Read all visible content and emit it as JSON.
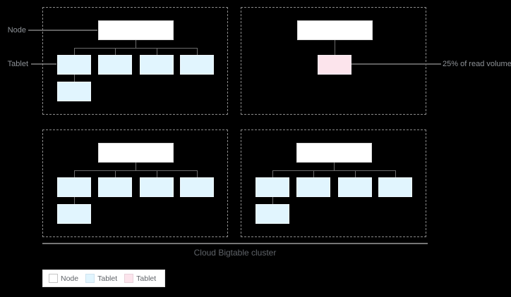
{
  "labels": {
    "node": "Node",
    "tablet": "Tablet",
    "read_volume": "25% of read volume"
  },
  "caption": "Cloud Bigtable cluster",
  "legend": {
    "items": [
      {
        "label": "Node",
        "color": "#ffffff",
        "border": "#c4c4c4"
      },
      {
        "label": "Tablet",
        "color": "#e1f5fe",
        "border": "#cfe3ef"
      },
      {
        "label": "Tablet",
        "color": "#fce4ec",
        "border": "#e8d3db"
      }
    ]
  },
  "colors": {
    "canvas_bg": "#000000",
    "node_fill": "#ffffff",
    "node_border": "#d9d9d9",
    "tablet_fill": "#e1f5fe",
    "tablet_border": "#eef7fc",
    "hot_tablet_fill": "#fce4ec",
    "hot_tablet_border": "#f7ebf0",
    "connector_line": "#6b6b6b",
    "leader_line": "#5f5f5f",
    "dashed_border": "#8a8a8a",
    "separator": "#757575",
    "label_text": "#8e9297",
    "caption_text": "#5f6368",
    "legend_bg": "#ffffff",
    "legend_border": "#e0e0e0",
    "legend_text": "#5f6368"
  }
}
